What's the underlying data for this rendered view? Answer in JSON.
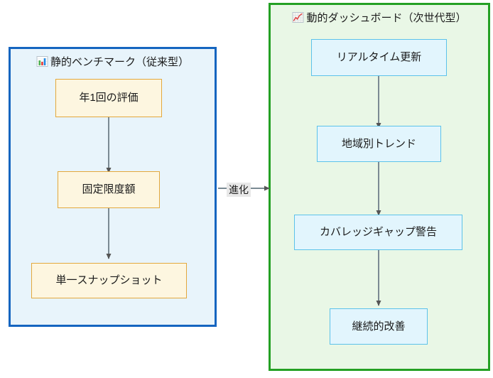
{
  "diagram": {
    "type": "flowchart",
    "direction": "left-to-right",
    "clusters": [
      {
        "id": "static",
        "title": "静的ベンチマーク（従来型）",
        "icon": "bar-chart-emoji",
        "border_color": "#1565c0",
        "fill_color": "#e8f4fb",
        "nodes": [
          {
            "id": "annual",
            "label": "年1回の評価"
          },
          {
            "id": "fixed",
            "label": "固定限度額"
          },
          {
            "id": "snapshot",
            "label": "単一スナップショット"
          }
        ]
      },
      {
        "id": "dynamic",
        "title": "動的ダッシュボード（次世代型）",
        "icon": "chart-increasing-emoji",
        "border_color": "#24a024",
        "fill_color": "#e9f7e6",
        "nodes": [
          {
            "id": "realtime",
            "label": "リアルタイム更新"
          },
          {
            "id": "regional",
            "label": "地域別トレンド"
          },
          {
            "id": "gap",
            "label": "カバレッジギャップ警告"
          },
          {
            "id": "improve",
            "label": "継続的改善"
          }
        ]
      }
    ],
    "edges": [
      {
        "from": "annual",
        "to": "fixed",
        "label": ""
      },
      {
        "from": "fixed",
        "to": "snapshot",
        "label": ""
      },
      {
        "from": "snapshot",
        "to": "realtime",
        "label": "進化"
      },
      {
        "from": "realtime",
        "to": "regional",
        "label": ""
      },
      {
        "from": "regional",
        "to": "gap",
        "label": ""
      },
      {
        "from": "gap",
        "to": "improve",
        "label": ""
      }
    ],
    "edge_labels": {
      "evolution": "進化"
    },
    "colors": {
      "static_node_fill": "#fdf6e0",
      "static_node_border": "#e3a83c",
      "dynamic_node_fill": "#e2f5fd",
      "dynamic_node_border": "#5cc2ea",
      "arrow": "#666666",
      "edge_label_bg": "#e8e8e8"
    }
  }
}
